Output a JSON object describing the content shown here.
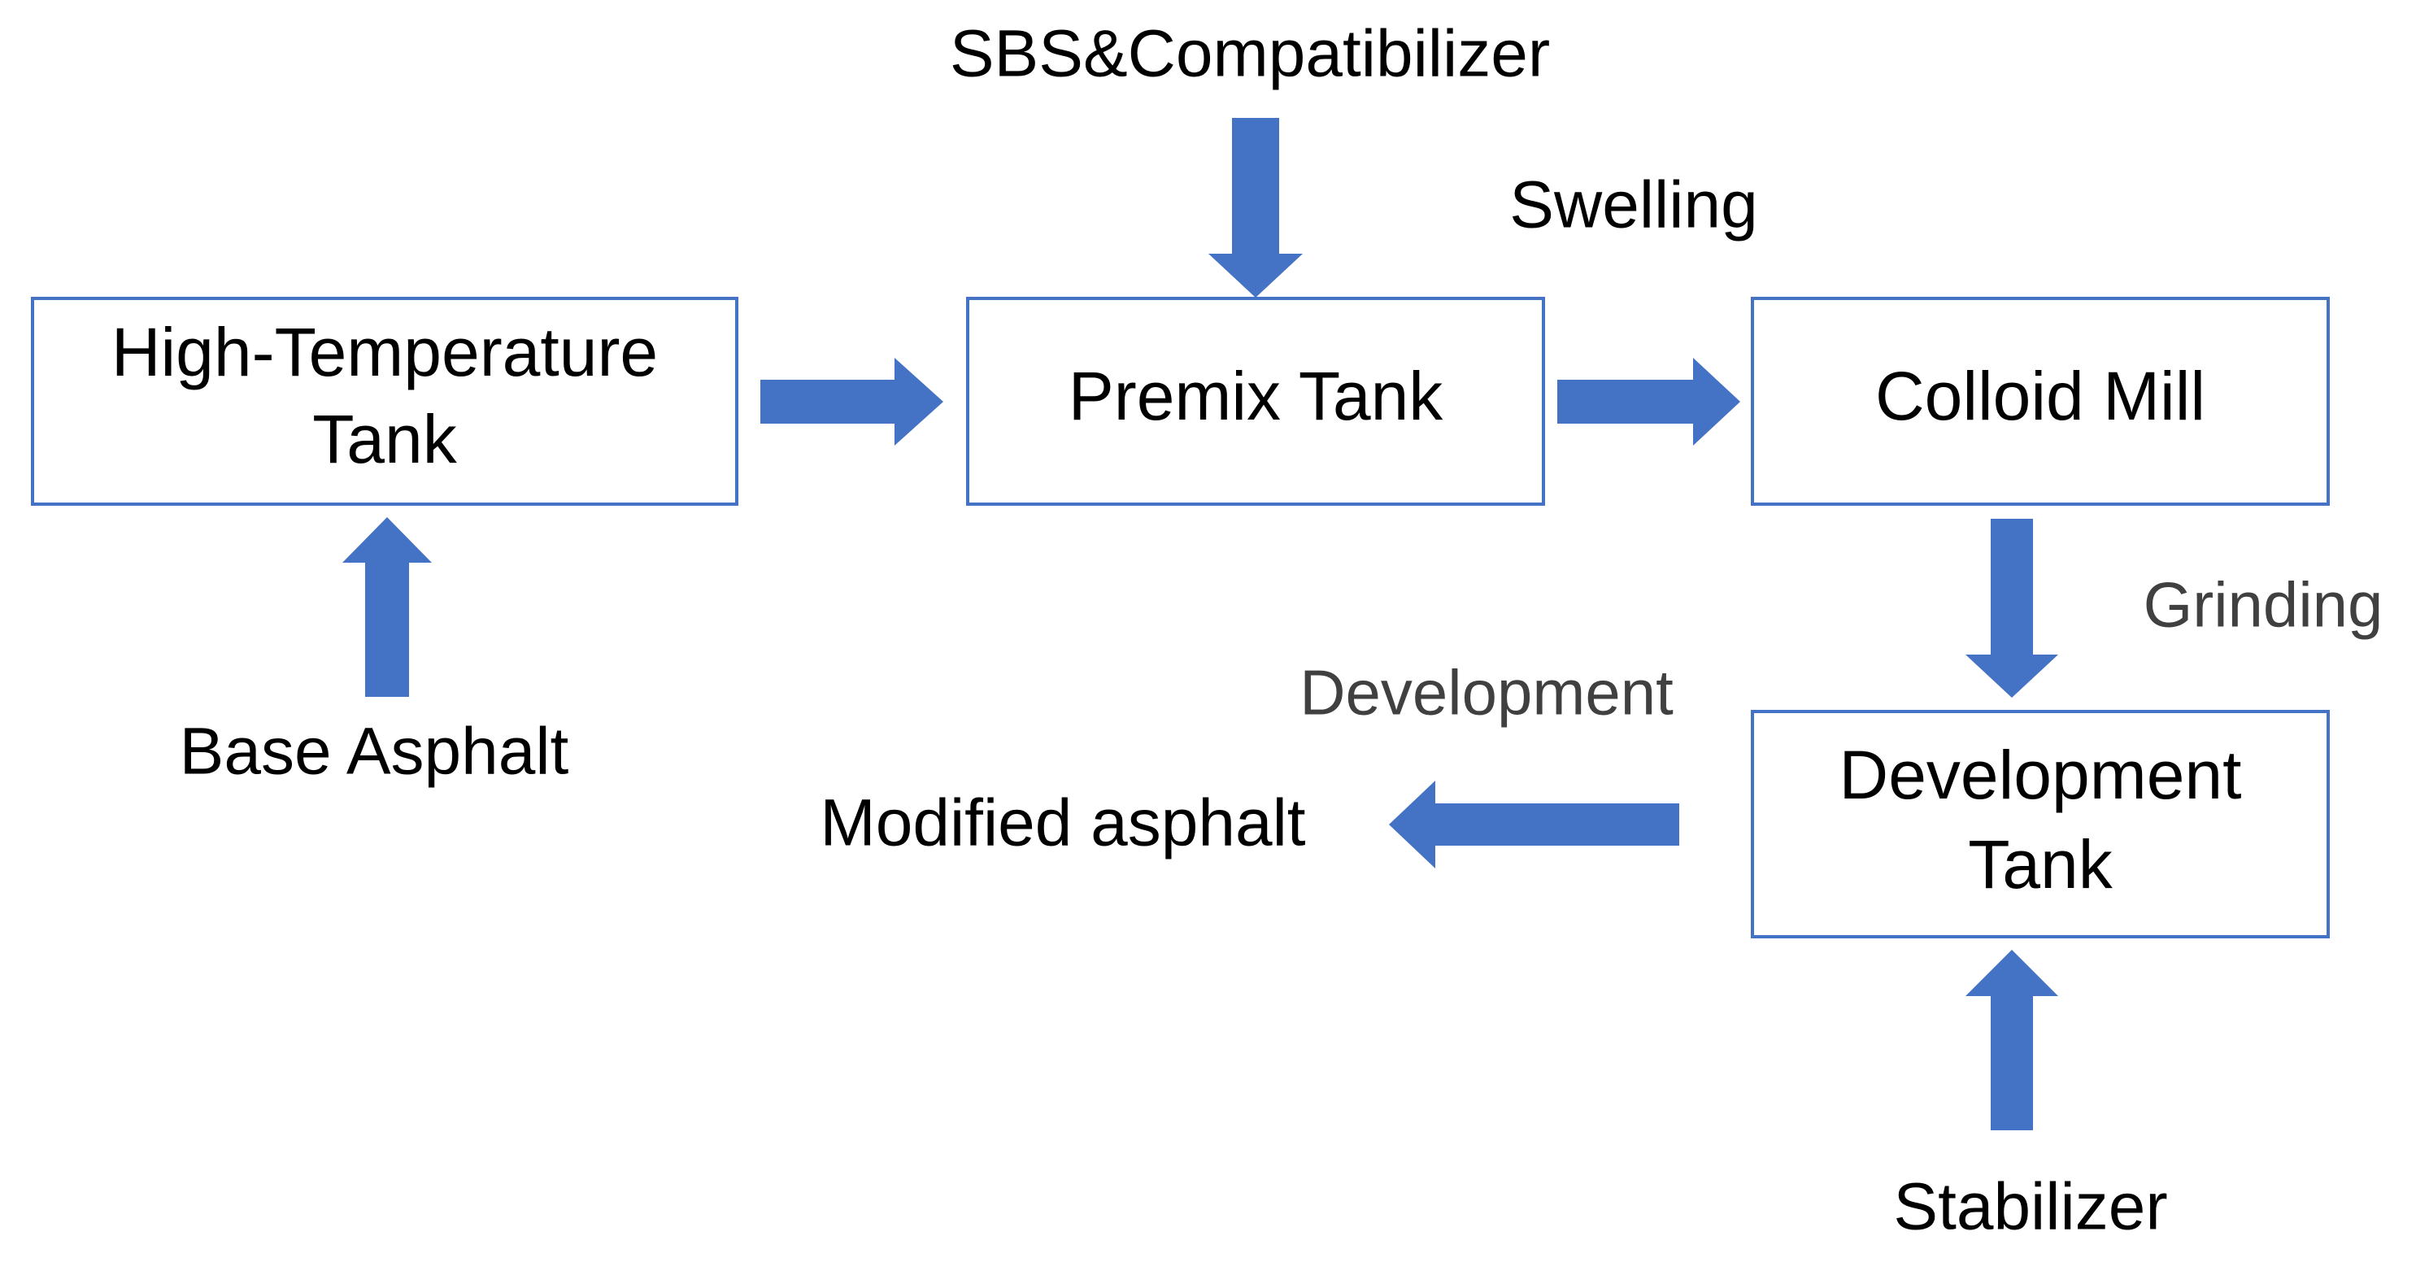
{
  "colors": {
    "accent": "#4472C4",
    "text": "#000000",
    "annotation_text": "#404040",
    "background": "#ffffff"
  },
  "boxes": {
    "high_temp_tank": {
      "line1": "High-Temperature",
      "line2": "Tank"
    },
    "premix_tank": {
      "label": "Premix Tank"
    },
    "colloid_mill": {
      "label": "Colloid Mill"
    },
    "development_tank": {
      "line1": "Development",
      "line2": "Tank"
    }
  },
  "inputs": {
    "sbs": "SBS&Compatibilizer",
    "base_asphalt": "Base Asphalt",
    "stabilizer": "Stabilizer"
  },
  "process_labels": {
    "swelling": "Swelling",
    "grinding": "Grinding",
    "development": "Development"
  },
  "output": {
    "modified_asphalt": "Modified asphalt"
  }
}
